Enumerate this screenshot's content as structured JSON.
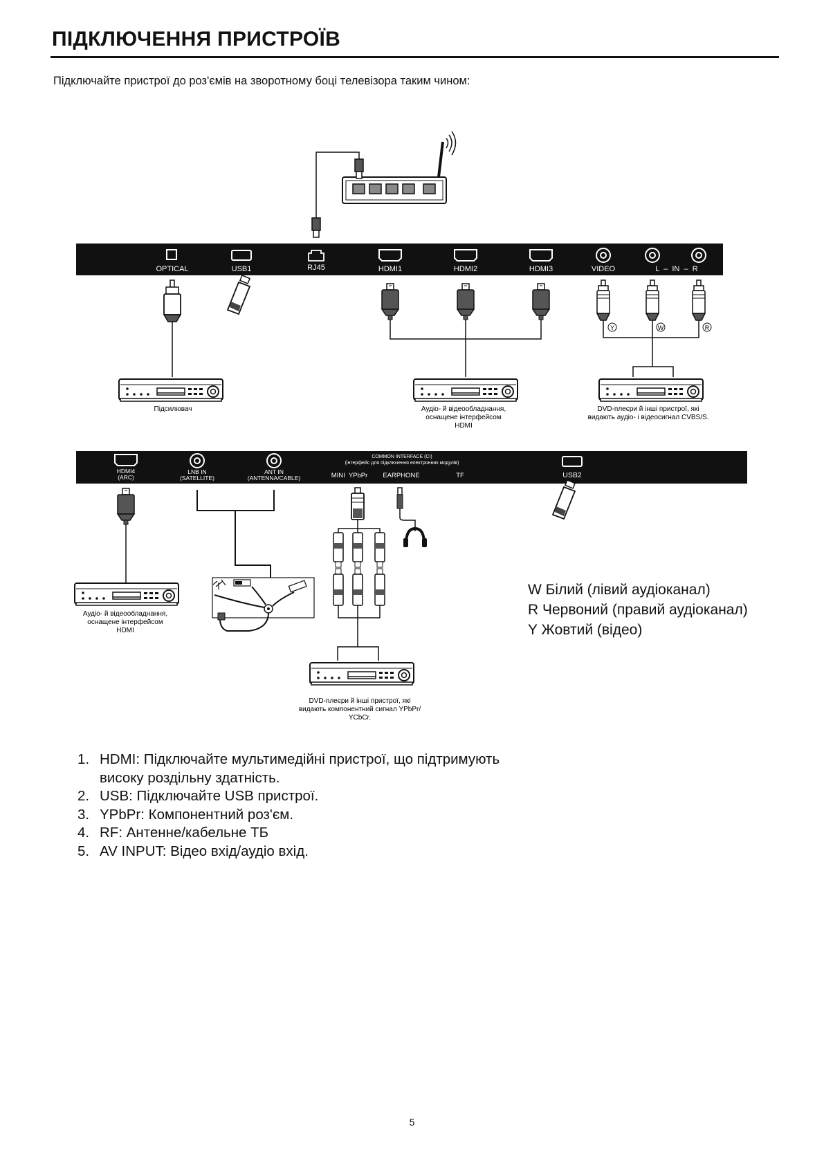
{
  "title": "ПІДКЛЮЧЕННЯ ПРИСТРОЇВ",
  "intro": "Підключайте пристрої до роз'ємів на зворотному боці телевізора таким чином:",
  "panel_top": {
    "ports": [
      "OPTICAL",
      "USB1",
      "RJ45",
      "HDMI1",
      "HDMI2",
      "HDMI3",
      "VIDEO",
      "L  –  IN  –  R"
    ]
  },
  "cable_marks": [
    "Y",
    "W",
    "R"
  ],
  "panel_bottom": {
    "ports": [
      "HDMI4",
      "(ARC)",
      "LNB IN",
      "(SATELLITE)",
      "ANT IN",
      "(ANTENNA/CABLE)",
      "MINI  YPbPr",
      "EARPHONE",
      "TF",
      "USB2"
    ],
    "ci_title": "COMMON INTERFACE (CI)",
    "ci_subtitle": "(інтерфейс для підключення електронних модулів)"
  },
  "devices": {
    "amplifier": [
      "Підсилювач"
    ],
    "hdmi_av": [
      "Аудіо- й відеообладнання,",
      "оснащене інтерфейсом",
      "HDMI"
    ],
    "dvd_cvbs": [
      "DVD-плеєри й інші пристрої, які",
      "видають аудіо- і відеосигнал CVBS/S."
    ],
    "hdmi_av_2": [
      "Аудіо- й відеообладнання,",
      "оснащене інтерфейсом",
      "HDMI"
    ],
    "dvd_ypbpr": [
      "DVD-плеєри й інші пристрої, які",
      "видають компонентний сигнал YPbPr/",
      "YCbCr."
    ]
  },
  "legend": [
    "W Білий (лівий аудіоканал)",
    "R Червоний (правий аудіоканал)",
    "Y Жовтий (відео)"
  ],
  "notes": [
    {
      "num": "1.",
      "text": "HDMI: Підключайте мультимедійні пристрої, що підтримують",
      "cont": "високу роздільну здатність."
    },
    {
      "num": "2.",
      "text": "USB: Підключайте USB пристрої."
    },
    {
      "num": "3.",
      "text": "YPbPr: Компонентний роз'єм."
    },
    {
      "num": "4.",
      "text": "RF: Антенне/кабельне ТБ"
    },
    {
      "num": "5.",
      "text": "AV INPUT: Відео вхід/аудіо вхід."
    }
  ],
  "page_number": "5"
}
